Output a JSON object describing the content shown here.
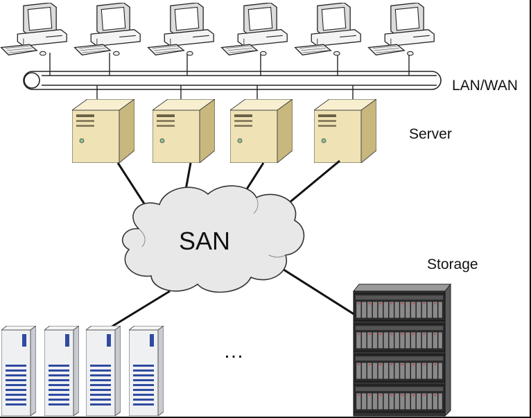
{
  "labels": {
    "network": "LAN/WAN",
    "servers": "Server",
    "san": "SAN",
    "storage": "Storage",
    "ellipsis": "…"
  },
  "counts": {
    "clients": 6,
    "servers": 4,
    "storage_towers": 4
  },
  "icons": {
    "client": "desktop-computer-icon",
    "server": "server-tower-icon",
    "cloud": "san-cloud-icon",
    "rack": "disk-array-rack-icon",
    "tower": "storage-tower-icon"
  },
  "colors": {
    "server_body": "#efe3b6",
    "server_side": "#c9b87e",
    "cloud_fill": "#e8e8e8",
    "cloud_stroke": "#333333",
    "tower_stripe": "#2f4aa0",
    "rack_body": "#2a2a2a",
    "client_body": "#f2f2f2"
  }
}
